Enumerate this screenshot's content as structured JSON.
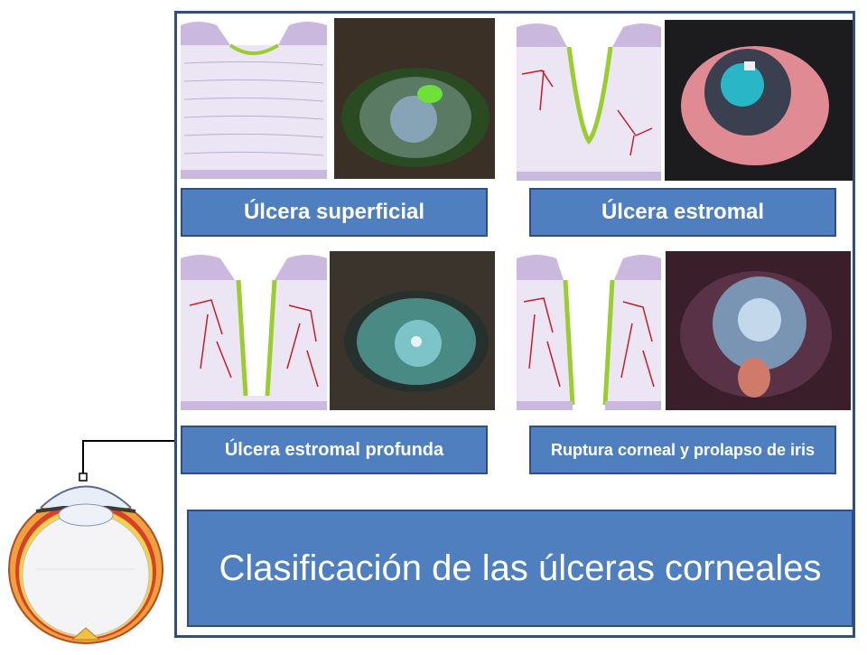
{
  "panels": [
    {
      "label": "Úlcera superficial"
    },
    {
      "label": "Úlcera estromal"
    },
    {
      "label": "Úlcera estromal profunda"
    },
    {
      "label": "Ruptura corneal y prolapso de iris"
    }
  ],
  "title": "Clasificación de las úlceras corneales",
  "colors": {
    "label_fill": "#4f7fbf",
    "label_border": "#2f4f7f",
    "stroma": "#e6e0f2",
    "epithelium": "#c9b8dc",
    "vessels": "#c0202a",
    "fluorescein": "#9acd32"
  }
}
